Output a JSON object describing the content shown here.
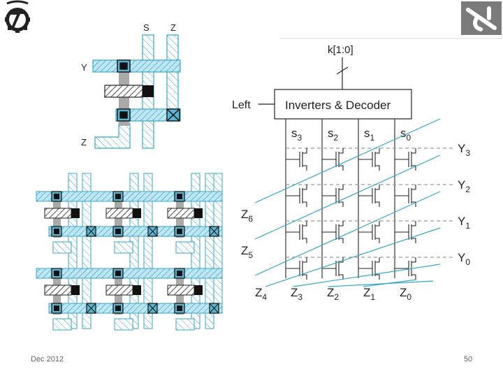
{
  "slide": {
    "date": "Dec 2012",
    "page_number": "50",
    "logo_left_glyph": "technion-emblem-icon",
    "logo_right_glyph": "hebrew-letter-logo-icon"
  },
  "cell_layout": {
    "labels": {
      "s": "S",
      "z_top": "Z",
      "y": "Y",
      "z_side": "Z"
    }
  },
  "rom_circuit": {
    "bus_label": "k[1:0]",
    "block_label": "Inverters & Decoder",
    "left_label": "Left",
    "select_lines": [
      {
        "base": "s",
        "sub": "3"
      },
      {
        "base": "s",
        "sub": "2"
      },
      {
        "base": "s",
        "sub": "1"
      },
      {
        "base": "s",
        "sub": "0"
      }
    ],
    "word_lines": [
      {
        "base": "Y",
        "sub": "3"
      },
      {
        "base": "Y",
        "sub": "2"
      },
      {
        "base": "Y",
        "sub": "1"
      },
      {
        "base": "Y",
        "sub": "0"
      }
    ],
    "diagonal_labels": [
      {
        "base": "Z",
        "sub": "6"
      },
      {
        "base": "Z",
        "sub": "5"
      }
    ],
    "bottom_labels": [
      {
        "base": "Z",
        "sub": "4"
      },
      {
        "base": "Z",
        "sub": "3"
      },
      {
        "base": "Z",
        "sub": "2"
      },
      {
        "base": "Z",
        "sub": "1"
      },
      {
        "base": "Z",
        "sub": "0"
      }
    ]
  },
  "colors": {
    "cyan": "#35a7c9",
    "hatch": "#35a7c9",
    "dark": "#111111",
    "gray": "#a9a9a9",
    "dashed": "#9a9a9a"
  }
}
